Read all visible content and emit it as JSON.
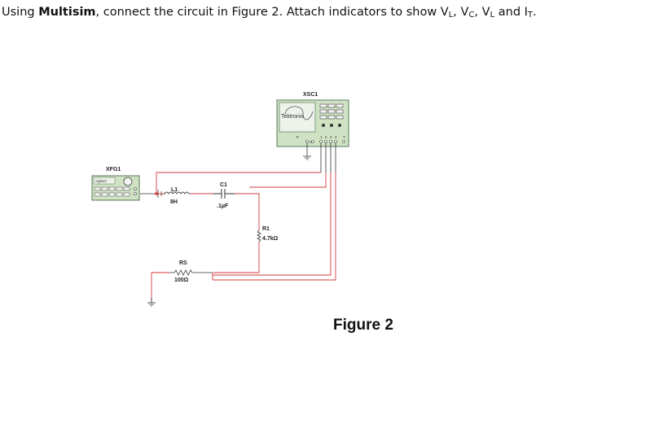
{
  "instruction": {
    "prefix": "Using ",
    "software": "Multisim",
    "middle": ", connect the circuit in Figure 2.  Attach indicators to show V",
    "sub_l1": "L",
    "sep1": ", V",
    "sub_c": "C",
    "sep2": ", V",
    "sub_l2": "L",
    "sep3": " and I",
    "sub_t": "T",
    "end": "."
  },
  "figure_caption": "Figure 2",
  "oscilloscope": {
    "refdes": "XSC1",
    "brand": "Tektronix",
    "trigger_label": "T",
    "ground_label": "G",
    "probe_label": "P",
    "channel_labels": [
      "1",
      "2",
      "3",
      "4"
    ]
  },
  "function_generator": {
    "refdes": "XFG1",
    "brand": "Agilent"
  },
  "components": {
    "inductor": {
      "name": "L1",
      "value": "8H"
    },
    "capacitor": {
      "name": "C1",
      "value": ".1µF"
    },
    "resistor_load": {
      "name": "R1",
      "value": "4.7kΩ"
    },
    "resistor_sense": {
      "name": "RS",
      "value": "100Ω"
    }
  },
  "colors": {
    "wire_red": "#d63a3a",
    "wire_black": "#333333",
    "instrument_fill": "#cfe3c4",
    "instrument_border": "#5a7a5a",
    "screen_fill": "#eef2ea"
  }
}
